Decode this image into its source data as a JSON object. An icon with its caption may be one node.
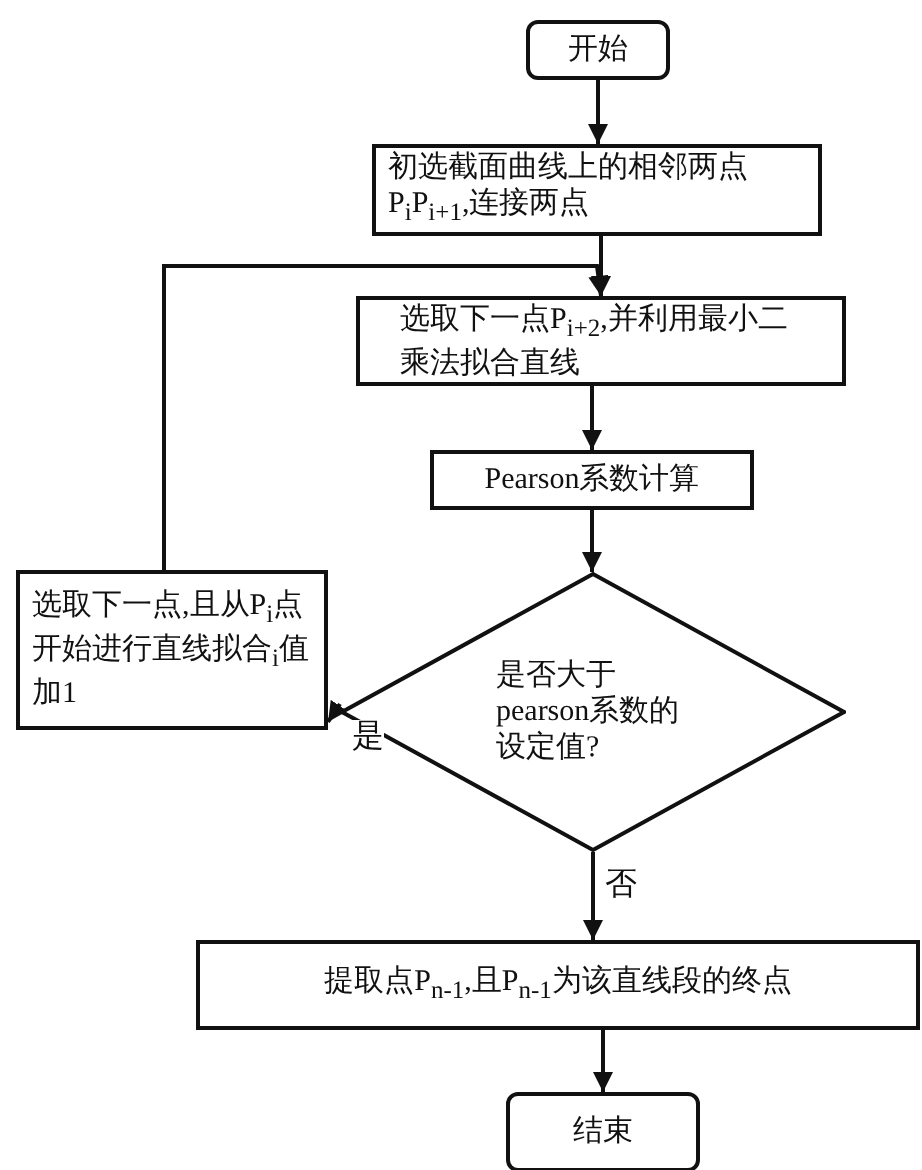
{
  "diagram": {
    "nodes": [
      {
        "text": [
          "开始"
        ]
      },
      {
        "text": [
          "初选截面曲线上的相邻两点P$_{i}$P$_{i+1}$,连接两点"
        ]
      },
      {
        "text": [
          "选取下一点P$_{i+2}$,并利用最小二乘法拟合直线"
        ]
      },
      {
        "text": [
          "Pearson系数计算"
        ]
      },
      {
        "text": [
          "是否大于pearson系数的设定值?"
        ]
      },
      {
        "text": [
          "选取下一点,且从P$_{i}$点开始进行直线拟合$_{i}$值加1"
        ]
      },
      {
        "text": [
          "提取点P$_{n-1}$,且P$_{n-1}$为该直线段的终点"
        ]
      },
      {
        "text": [
          "结束"
        ]
      }
    ],
    "edges": [
      {
        "from": 0,
        "to": 1,
        "arrow": "to"
      },
      {
        "from": 1,
        "to": 2,
        "arrow": "to"
      },
      {
        "from": 2,
        "to": 3,
        "arrow": "to"
      },
      {
        "from": 3,
        "to": 4,
        "arrow": "to"
      },
      {
        "from": 4,
        "to": 5,
        "arrow": "to",
        "label": "是"
      },
      {
        "from": 4,
        "to": 6,
        "arrow": "to",
        "label": "否"
      },
      {
        "from": 6,
        "to": 7,
        "arrow": "to"
      },
      {
        "from": 5,
        "to": 2,
        "arrow": "to"
      }
    ]
  }
}
